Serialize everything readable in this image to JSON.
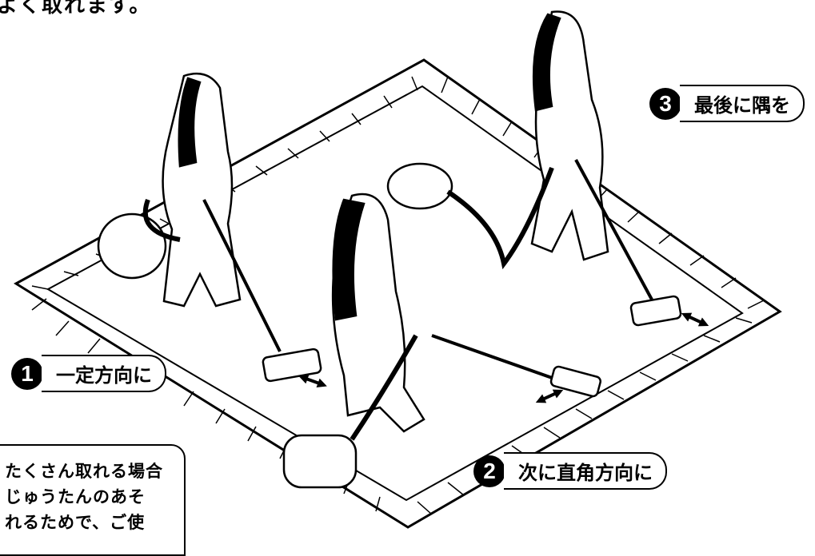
{
  "top_text": "よく取れます。",
  "steps": [
    {
      "number": "1",
      "label": "一定方向に"
    },
    {
      "number": "2",
      "label": "次に直角方向に"
    },
    {
      "number": "3",
      "label": "最後に隅を"
    }
  ],
  "note": {
    "lines": [
      "たくさん取れる場合",
      "じゅうたんのあそ",
      "れるためで、ご使"
    ]
  }
}
